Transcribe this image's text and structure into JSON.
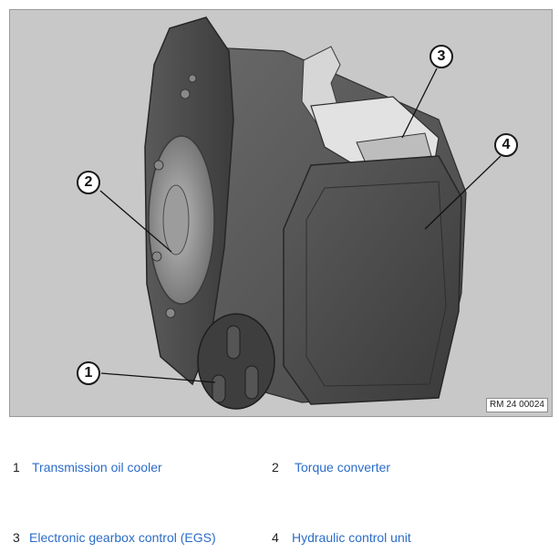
{
  "figure": {
    "ref_code": "RM 24 00024",
    "callouts": [
      "1",
      "2",
      "3",
      "4"
    ]
  },
  "legend": [
    {
      "number": "1",
      "label": "Transmission oil cooler"
    },
    {
      "number": "2",
      "label": "Torque converter"
    },
    {
      "number": "3",
      "label": "Electronic gearbox control (EGS)"
    },
    {
      "number": "4",
      "label": "Hydraulic control unit"
    }
  ],
  "colors": {
    "label_link": "#2b6cc8",
    "figure_background": "#c8c8c8"
  }
}
